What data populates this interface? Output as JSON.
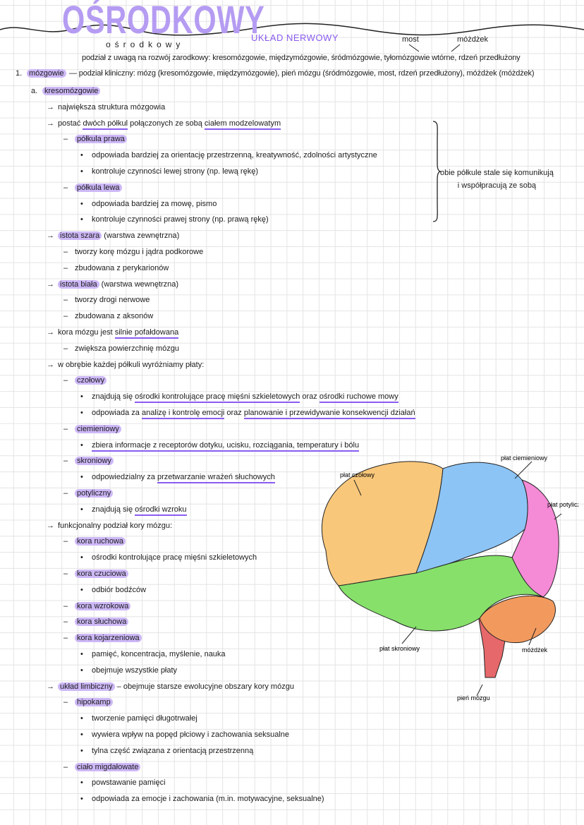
{
  "title": {
    "big": "OŚRODKOWY",
    "small": "ośrodkowy",
    "subtitle": "UKŁAD NERWOWY"
  },
  "header_notes": {
    "most": "most",
    "mozdzek": "móżdżek",
    "number": "1.",
    "term": "mózgowie",
    "line1": "podział z uwagą na rozwój zarodkowy: kresomózgowie, międzymózgowie, śródmózgowie, tyłomózgowie wtórne, rdzeń przedłużony",
    "line2": "— podział kliniczny: mózg (kresomózgowie, międzymózgowie), pień mózgu (śródmózgowie, most, rdzeń przedłużony), móżdżek (móżdżek)"
  },
  "brace_note": {
    "line1": "obie półkule stale się komunikują",
    "line2": "i współpracują ze sobą"
  },
  "lines": [
    {
      "lvl": "a",
      "seg": [
        {
          "t": "kresomózgowie",
          "s": "hl"
        }
      ]
    },
    {
      "lvl": 0,
      "seg": [
        {
          "t": "największa struktura mózgowia",
          "s": ""
        }
      ]
    },
    {
      "lvl": 0,
      "seg": [
        {
          "t": "postać ",
          "s": ""
        },
        {
          "t": "dwóch półkul",
          "s": "ul"
        },
        {
          "t": " połączonych ze sobą ",
          "s": ""
        },
        {
          "t": "ciałem modzelowatym",
          "s": "ul"
        }
      ]
    },
    {
      "lvl": 1,
      "seg": [
        {
          "t": "półkula prawa",
          "s": "hl"
        }
      ]
    },
    {
      "lvl": 2,
      "seg": [
        {
          "t": "odpowiada bardziej za orientację przestrzenną, kreatywność, zdolności artystyczne",
          "s": ""
        }
      ]
    },
    {
      "lvl": 2,
      "seg": [
        {
          "t": "kontroluje czynności lewej strony (np. lewą rękę)",
          "s": ""
        }
      ]
    },
    {
      "lvl": 1,
      "seg": [
        {
          "t": "półkula lewa",
          "s": "hl"
        }
      ]
    },
    {
      "lvl": 2,
      "seg": [
        {
          "t": "odpowiada bardziej za mowę, pismo",
          "s": ""
        }
      ]
    },
    {
      "lvl": 2,
      "seg": [
        {
          "t": "kontroluje czynności prawej strony (np. prawą rękę)",
          "s": ""
        }
      ]
    },
    {
      "lvl": 0,
      "seg": [
        {
          "t": "istota szara",
          "s": "hl"
        },
        {
          "t": " (warstwa zewnętrzna)",
          "s": ""
        }
      ]
    },
    {
      "lvl": 1,
      "seg": [
        {
          "t": "tworzy korę mózgu i jądra podkorowe",
          "s": ""
        }
      ]
    },
    {
      "lvl": 1,
      "seg": [
        {
          "t": "zbudowana z perykarionów",
          "s": ""
        }
      ]
    },
    {
      "lvl": 0,
      "seg": [
        {
          "t": "istota biała",
          "s": "hl"
        },
        {
          "t": " (warstwa wewnętrzna)",
          "s": ""
        }
      ]
    },
    {
      "lvl": 1,
      "seg": [
        {
          "t": "tworzy drogi nerwowe",
          "s": ""
        }
      ]
    },
    {
      "lvl": 1,
      "seg": [
        {
          "t": "zbudowana z aksonów",
          "s": ""
        }
      ]
    },
    {
      "lvl": 0,
      "seg": [
        {
          "t": "kora mózgu jest ",
          "s": ""
        },
        {
          "t": "silnie pofałdowana",
          "s": "ul"
        }
      ]
    },
    {
      "lvl": 1,
      "seg": [
        {
          "t": "zwiększa powierzchnię mózgu",
          "s": ""
        }
      ]
    },
    {
      "lvl": 0,
      "seg": [
        {
          "t": "w obrębie każdej półkuli wyróżniamy płaty:",
          "s": ""
        }
      ]
    },
    {
      "lvl": 1,
      "seg": [
        {
          "t": "czołowy",
          "s": "hl"
        }
      ]
    },
    {
      "lvl": 2,
      "seg": [
        {
          "t": "znajdują się ",
          "s": ""
        },
        {
          "t": "ośrodki kontrolujące pracę mięśni szkieletowych",
          "s": "ul"
        },
        {
          "t": " oraz ",
          "s": ""
        },
        {
          "t": "ośrodki ruchowe mowy",
          "s": "ul"
        }
      ]
    },
    {
      "lvl": 2,
      "seg": [
        {
          "t": "odpowiada za ",
          "s": ""
        },
        {
          "t": "analizę i kontrolę emocji",
          "s": "ul"
        },
        {
          "t": " oraz ",
          "s": ""
        },
        {
          "t": "planowanie i przewidywanie konsekwencji działań",
          "s": "ul"
        }
      ]
    },
    {
      "lvl": 1,
      "seg": [
        {
          "t": "ciemieniowy",
          "s": "hl"
        }
      ]
    },
    {
      "lvl": 2,
      "seg": [
        {
          "t": "zbiera informacje z receptorów dotyku, ucisku, rozciągania, temperatury i bólu",
          "s": "ul"
        }
      ]
    },
    {
      "lvl": 1,
      "seg": [
        {
          "t": "skroniowy",
          "s": "hl"
        }
      ]
    },
    {
      "lvl": 2,
      "seg": [
        {
          "t": "odpowiedzialny za ",
          "s": ""
        },
        {
          "t": "przetwarzanie wrażeń słuchowych",
          "s": "ul"
        }
      ]
    },
    {
      "lvl": 1,
      "seg": [
        {
          "t": "potyliczny",
          "s": "hl"
        }
      ]
    },
    {
      "lvl": 2,
      "seg": [
        {
          "t": "znajdują się ",
          "s": ""
        },
        {
          "t": "ośrodki wzroku",
          "s": "ul"
        }
      ]
    },
    {
      "lvl": 0,
      "seg": [
        {
          "t": "funkcjonalny podział kory mózgu:",
          "s": ""
        }
      ]
    },
    {
      "lvl": 1,
      "seg": [
        {
          "t": "kora ruchowa",
          "s": "hl"
        }
      ]
    },
    {
      "lvl": 2,
      "seg": [
        {
          "t": "ośrodki kontrolujące pracę mięśni szkieletowych",
          "s": ""
        }
      ]
    },
    {
      "lvl": 1,
      "seg": [
        {
          "t": "kora czuciowa",
          "s": "hl"
        }
      ]
    },
    {
      "lvl": 2,
      "seg": [
        {
          "t": "odbiór bodźców",
          "s": ""
        }
      ]
    },
    {
      "lvl": 1,
      "seg": [
        {
          "t": "kora wzrokowa",
          "s": "hl"
        }
      ]
    },
    {
      "lvl": 1,
      "seg": [
        {
          "t": "kora słuchowa",
          "s": "hl"
        }
      ]
    },
    {
      "lvl": 1,
      "seg": [
        {
          "t": "kora kojarzeniowa",
          "s": "hl"
        }
      ]
    },
    {
      "lvl": 2,
      "seg": [
        {
          "t": "pamięć, koncentracja, myślenie, nauka",
          "s": ""
        }
      ]
    },
    {
      "lvl": 2,
      "seg": [
        {
          "t": "obejmuje wszystkie płaty",
          "s": ""
        }
      ]
    },
    {
      "lvl": 0,
      "seg": [
        {
          "t": "układ limbiczny",
          "s": "hl"
        },
        {
          "t": " – obejmuje starsze ewolucyjne obszary kory mózgu",
          "s": ""
        }
      ]
    },
    {
      "lvl": 1,
      "seg": [
        {
          "t": "hipokamp",
          "s": "hl"
        }
      ]
    },
    {
      "lvl": 2,
      "seg": [
        {
          "t": "tworzenie pamięci długotrwałej",
          "s": ""
        }
      ]
    },
    {
      "lvl": 2,
      "seg": [
        {
          "t": "wywiera wpływ na popęd płciowy i zachowania seksualne",
          "s": ""
        }
      ]
    },
    {
      "lvl": 2,
      "seg": [
        {
          "t": "tylna część związana z orientacją przestrzenną",
          "s": ""
        }
      ]
    },
    {
      "lvl": 1,
      "seg": [
        {
          "t": "ciało migdałowate",
          "s": "hl"
        }
      ]
    },
    {
      "lvl": 2,
      "seg": [
        {
          "t": "powstawanie pamięci",
          "s": ""
        }
      ]
    },
    {
      "lvl": 2,
      "seg": [
        {
          "t": "odpowiada za emocje i zachowania (m.in. motywacyjne, seksualne)",
          "s": ""
        }
      ]
    }
  ],
  "brain": {
    "labels": {
      "frontal": "płat czołowy",
      "parietal": "płat ciemieniowy",
      "occipital": "płat potyliczny",
      "temporal": "płat skroniowy",
      "cerebellum": "móżdżek",
      "brainstem": "pień mózgu"
    },
    "colors": {
      "frontal": "#f9c77a",
      "parietal": "#8cc4f5",
      "occipital": "#f58ad6",
      "temporal": "#86e06a",
      "cerebellum": "#f29a5e",
      "brainstem": "#e6686a"
    }
  },
  "colors": {
    "highlight": "#cdb8f7",
    "underline": "#8a5cf0",
    "title": "#b59cf2"
  }
}
